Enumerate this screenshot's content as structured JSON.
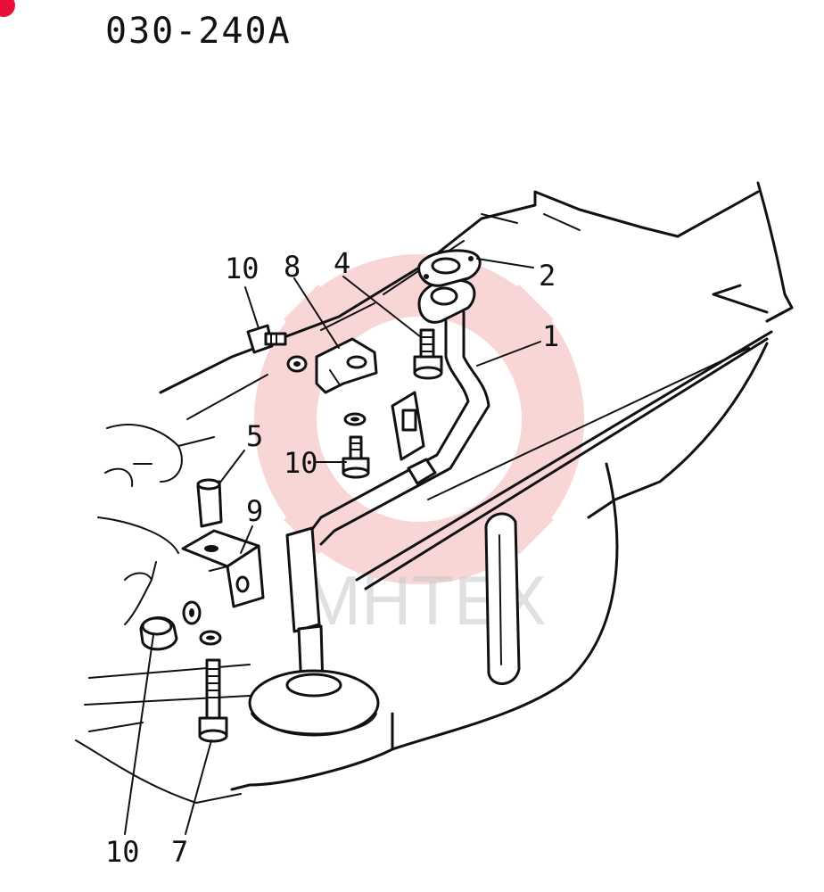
{
  "diagram": {
    "title": "030-240A",
    "watermark": "MHTEX",
    "watermark_color": "#e84848",
    "corner_badge_color": "#e8103a",
    "callouts": [
      {
        "id": "10a",
        "label": "10"
      },
      {
        "id": "8",
        "label": "8"
      },
      {
        "id": "4",
        "label": "4"
      },
      {
        "id": "2",
        "label": "2"
      },
      {
        "id": "1",
        "label": "1"
      },
      {
        "id": "5",
        "label": "5"
      },
      {
        "id": "10b",
        "label": "10"
      },
      {
        "id": "9",
        "label": "9"
      },
      {
        "id": "10c",
        "label": "10"
      },
      {
        "id": "7",
        "label": "7"
      }
    ]
  }
}
